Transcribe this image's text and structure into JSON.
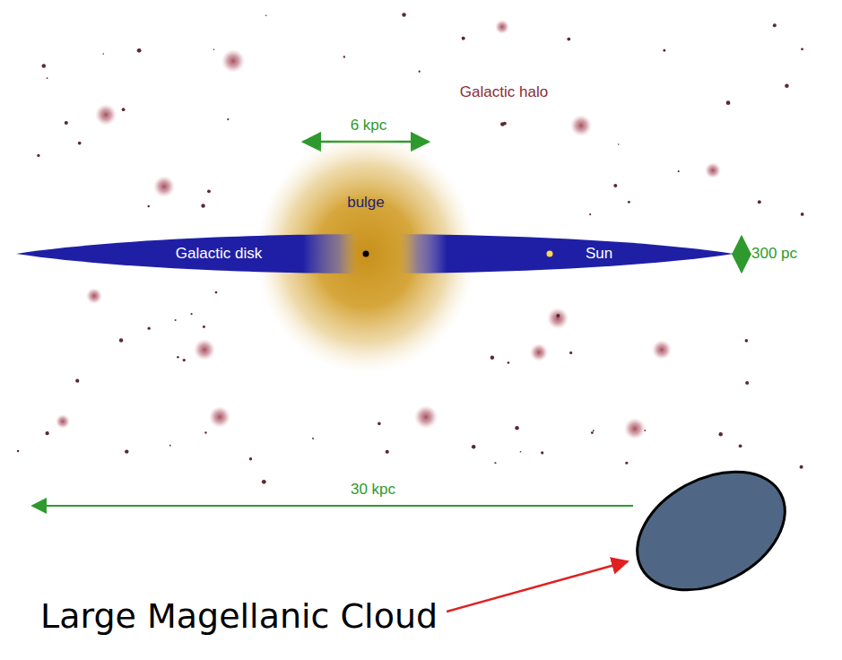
{
  "diagram": {
    "nodes": [
      {
        "text": [
          "bulge"
        ]
      },
      {
        "text": [
          "Galactic disk",
          "Sun"
        ]
      }
    ],
    "labels": [
      "Galactic halo",
      "6 kpc",
      "300 pc",
      "30 kpc",
      "Large Magellanic Cloud"
    ]
  }
}
